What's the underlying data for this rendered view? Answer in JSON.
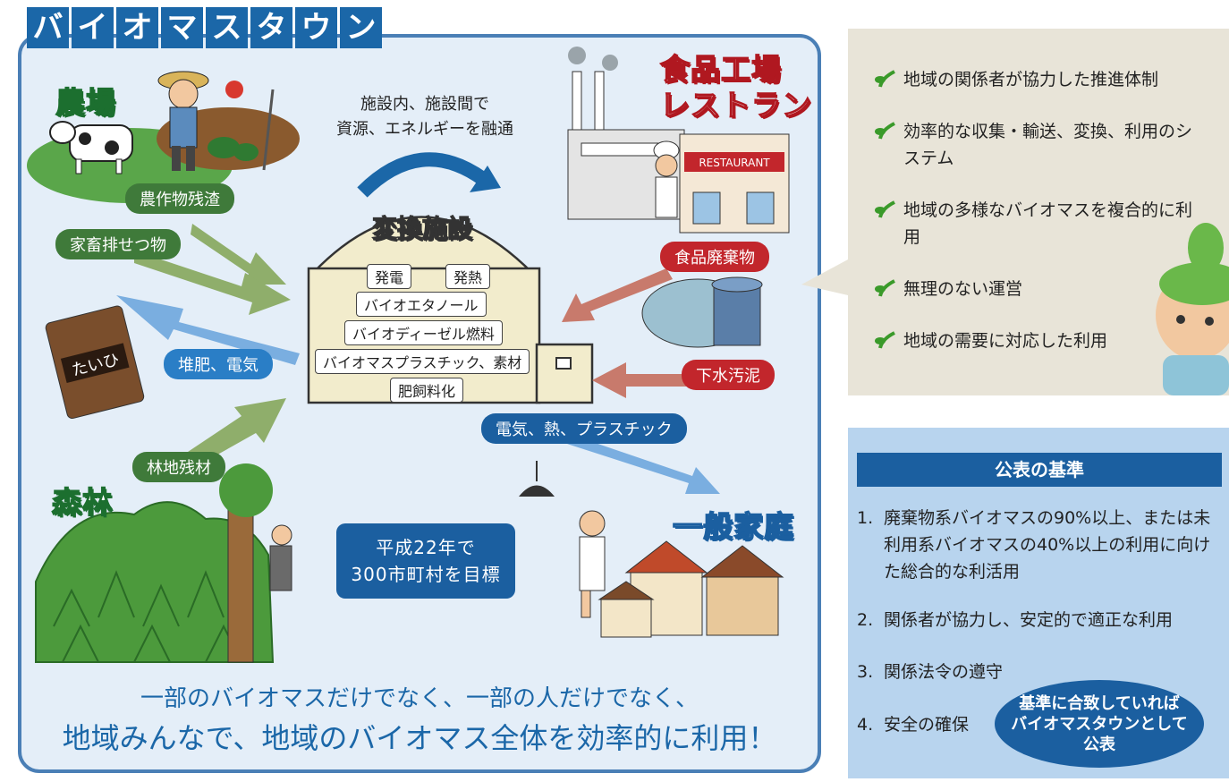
{
  "title": [
    "バ",
    "イ",
    "オ",
    "マ",
    "ス",
    "タ",
    "ウ",
    "ン"
  ],
  "places": {
    "farm": "農場",
    "food_factory": [
      "食品工場",
      "レストラン"
    ],
    "forest": "森林",
    "household": "一般家庭"
  },
  "exchange_note": [
    "施設内、施設間で",
    "資源、エネルギーを融通"
  ],
  "flows": {
    "crop_residue": "農作物残渣",
    "livestock_waste": "家畜排せつ物",
    "compost_electricity": "堆肥、電気",
    "forest_residue": "林地残材",
    "food_waste": "食品廃棄物",
    "sewage_sludge": "下水汚泥",
    "electricity_heat_plastic": "電気、熱、プラスチック"
  },
  "facility": {
    "title": "変換施設",
    "power": "発電",
    "heat": "発熱",
    "products": [
      "バイオエタノール",
      "バイオディーゼル燃料",
      "バイオマスプラスチック、素材",
      "肥飼料化"
    ]
  },
  "compost_bag": "たいひ",
  "restaurant_sign": "RESTAURANT",
  "goal": [
    "平成22年で",
    "300市町村を目標"
  ],
  "slogan": {
    "line1": "一部のバイオマスだけでなく、一部の人だけでなく、",
    "line2": "地域みんなで、地域のバイオマス全体を効率的に利用！"
  },
  "points": [
    "地域の関係者が協力した推進体制",
    "効率的な収集・輸送、変換、利用のシステム",
    "地域の多様なバイオマスを複合的に利用",
    "無理のない運営",
    "地域の需要に対応した利用"
  ],
  "criteria": {
    "header": "公表の基準",
    "items": [
      {
        "num": "1.",
        "text": "廃棄物系バイオマスの90%以上、または未利用系バイオマスの40%以上の利用に向けた総合的な利活用"
      },
      {
        "num": "2.",
        "text": "関係者が協力し、安定的で適正な利用"
      },
      {
        "num": "3.",
        "text": "関係法令の遵守"
      },
      {
        "num": "4.",
        "text": "安全の確保"
      }
    ],
    "badge": [
      "基準に合致していれば",
      "バイオマスタウンとして",
      "公表"
    ]
  },
  "colors": {
    "panel_bg": "#e4eef8",
    "panel_border": "#4a7fb6",
    "title_blue": "#1b67a8",
    "green_pill": "#3f7a3a",
    "blue_pill": "#2a7ec6",
    "red_pill": "#c2262c",
    "arrow_green": "#8fae6b",
    "arrow_red": "#c87a6c",
    "arrow_blue": "#7aaee0",
    "criteria_bg": "#b8d4ee",
    "points_bg": "#e8e4d8"
  }
}
